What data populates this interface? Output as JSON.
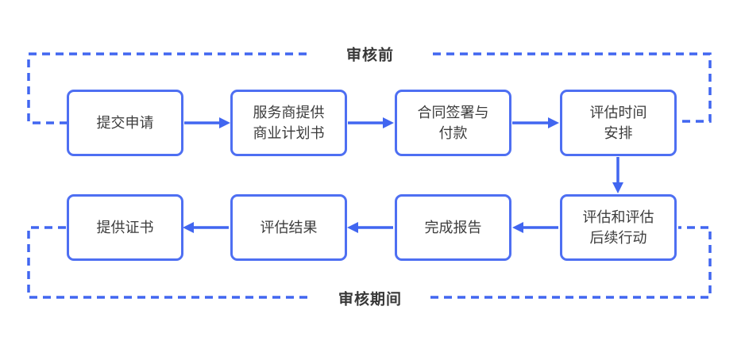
{
  "diagram": {
    "phase_labels": {
      "top": "审核前",
      "bottom": "审核期间"
    },
    "boxes": [
      {
        "name": "submit-application",
        "label": "提交申请"
      },
      {
        "name": "provider-business-plan",
        "label": "服务商提供\n商业计划书"
      },
      {
        "name": "contract-signing-payment",
        "label": "合同签署与\n付款"
      },
      {
        "name": "assessment-scheduling",
        "label": "评估时间\n安排"
      },
      {
        "name": "assessment-and-followup",
        "label": "评估和评估\n后续行动"
      },
      {
        "name": "complete-report",
        "label": "完成报告"
      },
      {
        "name": "assessment-results",
        "label": "评估结果"
      },
      {
        "name": "provide-certificate",
        "label": "提供证书"
      }
    ],
    "edges": [
      {
        "from": "提交申请",
        "to": "服务商提供商业计划书",
        "style": "solid-arrow"
      },
      {
        "from": "服务商提供商业计划书",
        "to": "合同签署与付款",
        "style": "solid-arrow"
      },
      {
        "from": "合同签署与付款",
        "to": "评估时间安排",
        "style": "solid-arrow"
      },
      {
        "from": "评估时间安排",
        "to": "评估和评估后续行动",
        "style": "solid-arrow"
      },
      {
        "from": "评估和评估后续行动",
        "to": "完成报告",
        "style": "solid-arrow"
      },
      {
        "from": "完成报告",
        "to": "评估结果",
        "style": "solid-arrow"
      },
      {
        "from": "评估结果",
        "to": "提供证书",
        "style": "solid-arrow"
      },
      {
        "from": "评估时间安排",
        "to": "提交申请",
        "style": "dashed-boundary",
        "group": "审核前"
      },
      {
        "from": "评估和评估后续行动",
        "to": "提供证书",
        "style": "dashed-boundary",
        "group": "审核期间"
      }
    ],
    "colors": {
      "accent_blue": "#4166f0",
      "box_border_blue": "#4e6ff2",
      "text_dark": "#3c3c3c",
      "bg": "#ffffff"
    }
  }
}
